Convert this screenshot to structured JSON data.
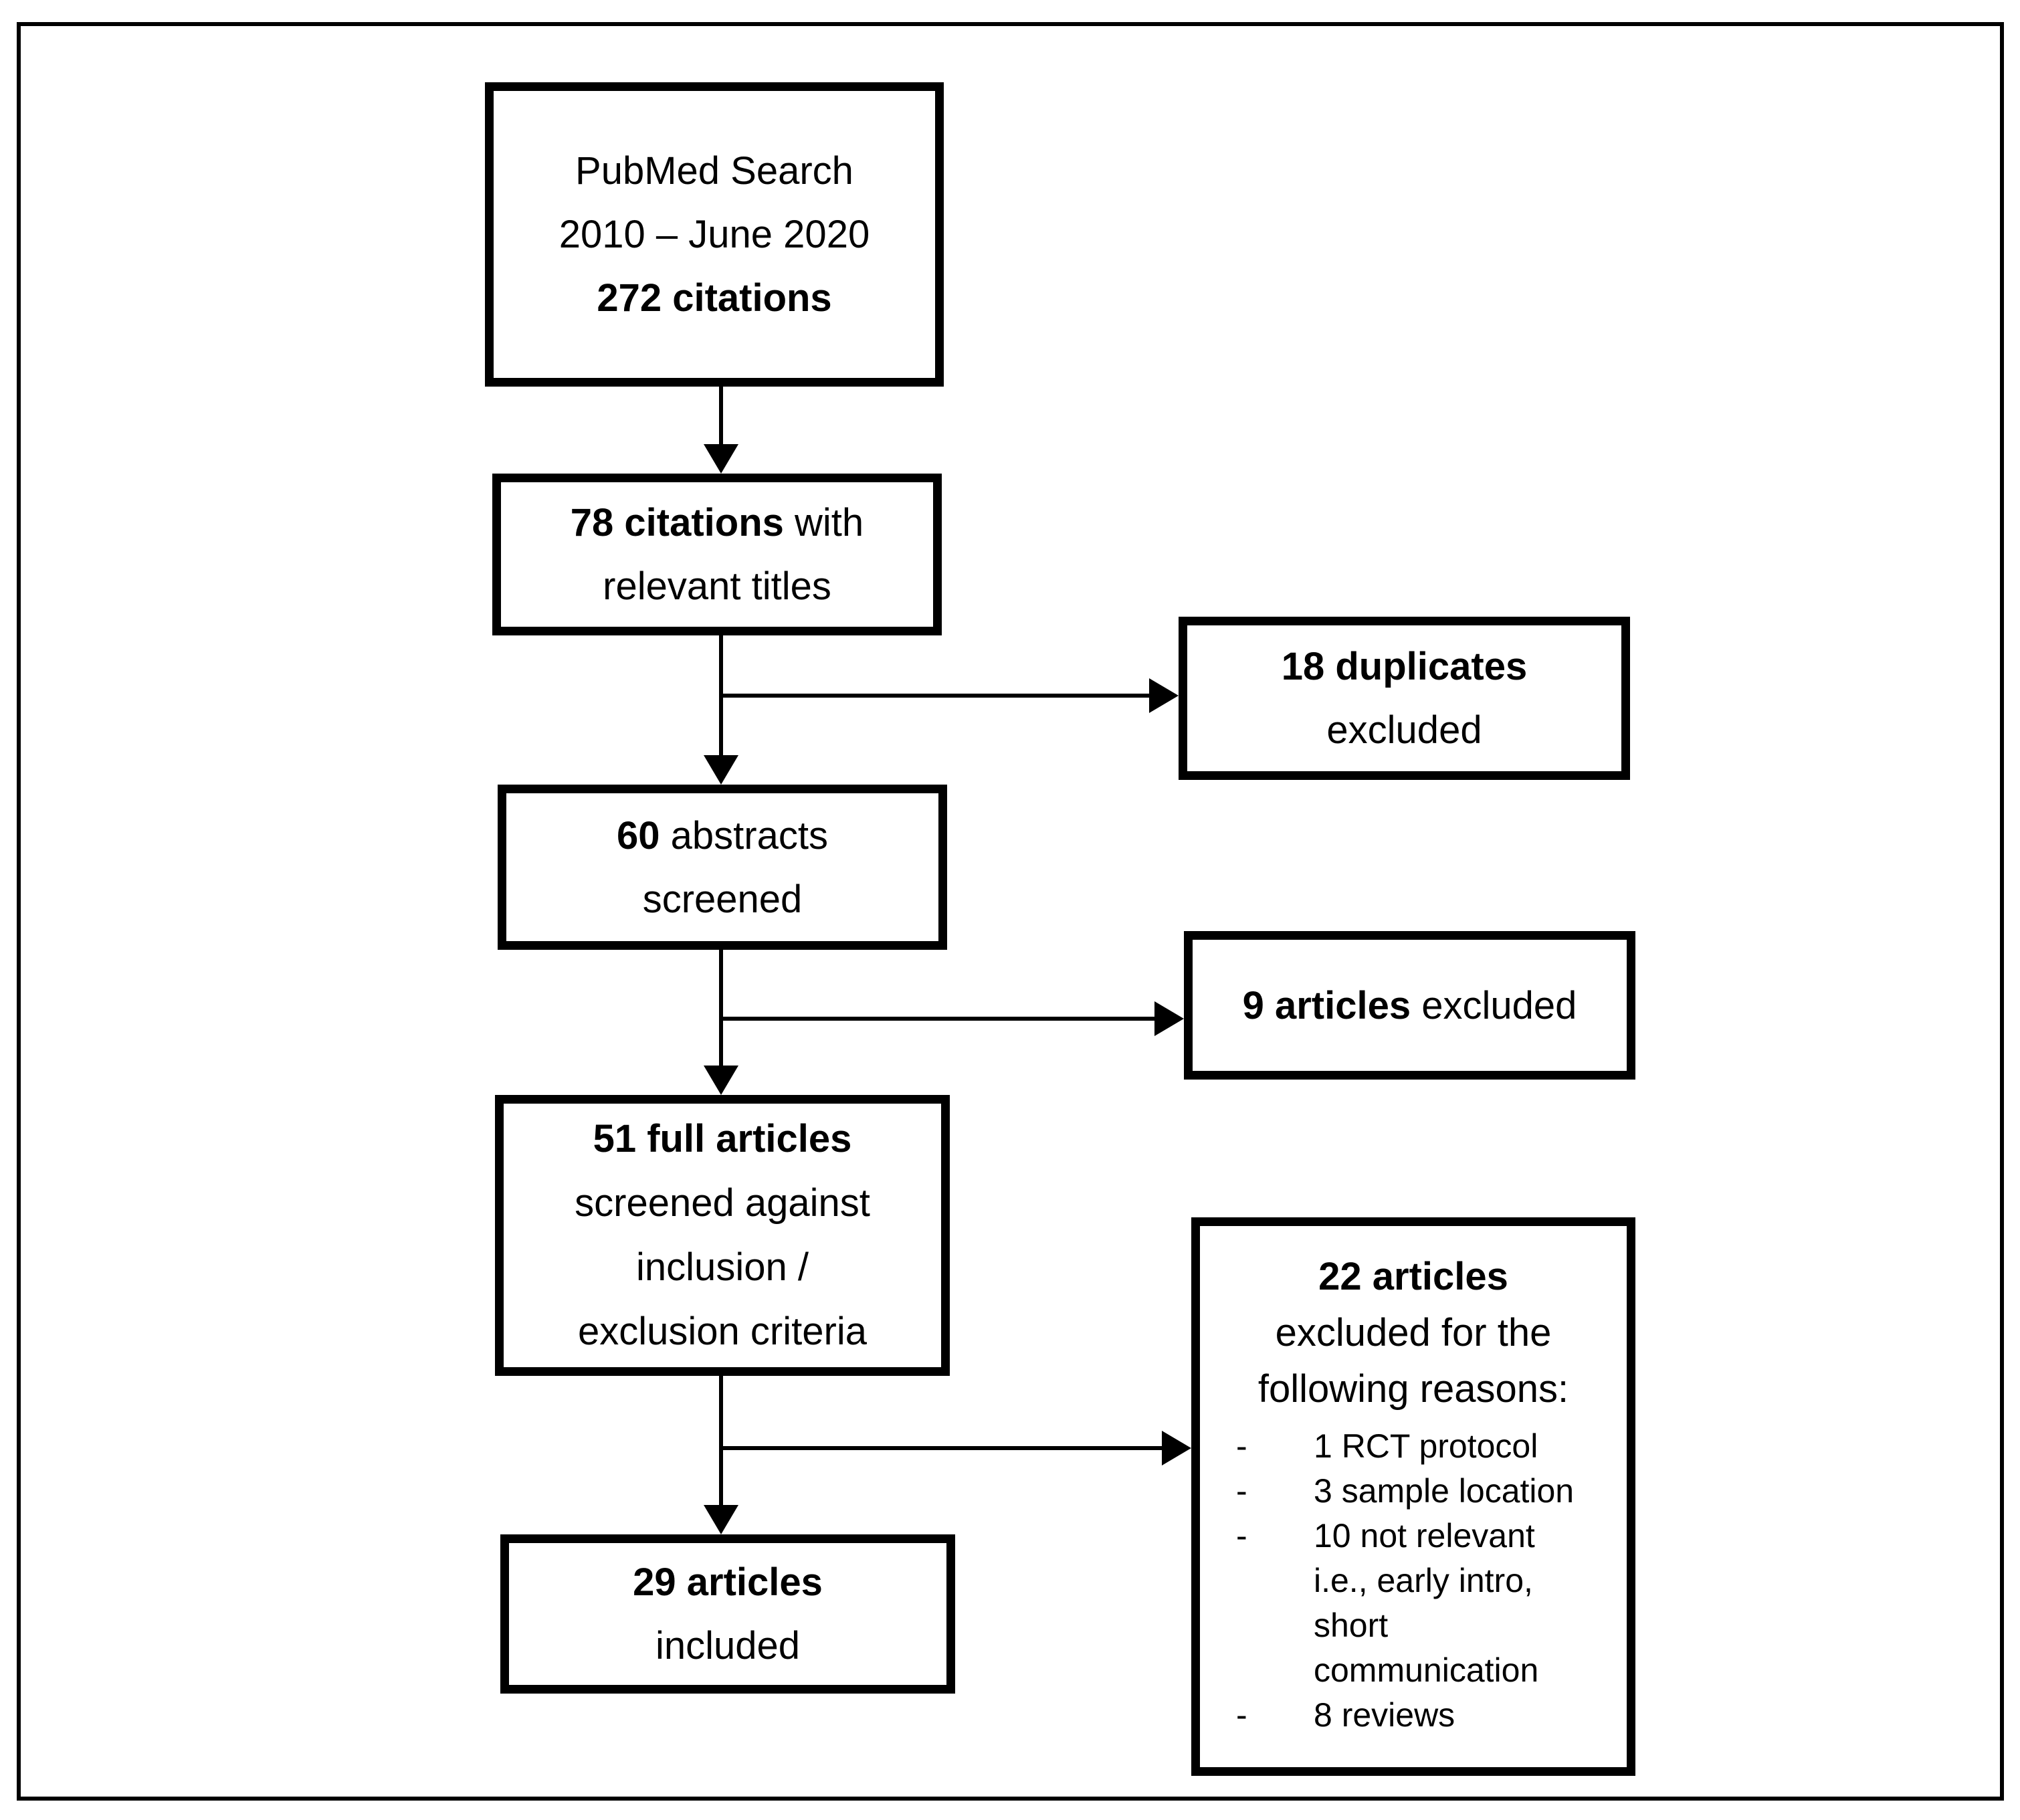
{
  "colors": {
    "border": "#000000",
    "background": "#ffffff",
    "text": "#000000"
  },
  "boxes": {
    "pubmed": {
      "line1": "PubMed Search",
      "line2": "2010 – June 2020",
      "line3_bold": "272 citations"
    },
    "citations78": {
      "bold": "78 citations",
      "regular": " with",
      "line2": "relevant titles"
    },
    "duplicates18": {
      "bold": "18 duplicates",
      "line2": "excluded"
    },
    "abstracts60": {
      "bold": "60",
      "regular": " abstracts",
      "line2": "screened"
    },
    "excluded9": {
      "bold": "9 articles",
      "regular": " excluded"
    },
    "full51": {
      "line1_bold": "51 full articles",
      "line2": "screened against",
      "line3": "inclusion /",
      "line4": "exclusion criteria"
    },
    "excluded22": {
      "line1_bold": "22 articles",
      "line2": "excluded for the",
      "line3": "following reasons:",
      "bullets": [
        {
          "m": "-",
          "t": "1 RCT protocol"
        },
        {
          "m": "-",
          "t": "3 sample location"
        },
        {
          "m": "-",
          "t": "10 not relevant"
        },
        {
          "m": "",
          "t": "i.e., early intro,"
        },
        {
          "m": "",
          "t": "short"
        },
        {
          "m": "",
          "t": "communication"
        },
        {
          "m": "-",
          "t": "8 reviews"
        }
      ]
    },
    "included29": {
      "line1_bold": "29 articles",
      "line2": "included"
    }
  }
}
